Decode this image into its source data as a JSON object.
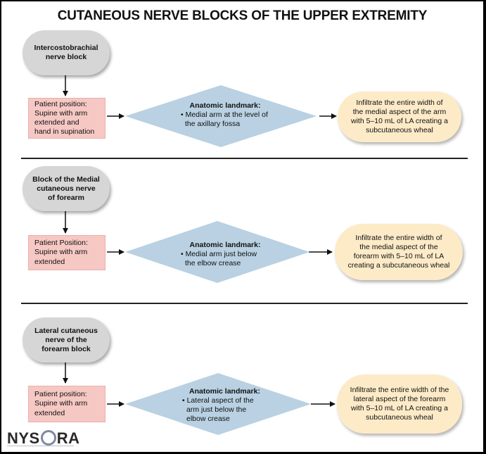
{
  "title": "CUTANEOUS NERVE BLOCKS OF THE UPPER EXTREMITY",
  "logo": {
    "text_before": "NYS",
    "text_after": "RA"
  },
  "sections": [
    {
      "block": "Intercostobrachial\nnerve block",
      "position": "Patient position:\nSupine with arm\nextended and\nhand in supination",
      "landmark_heading": "Anatomic landmark:",
      "landmark": "• Medial arm at the level of\nthe axillary fossa",
      "infiltration": "Infiltrate the entire width of\nthe medial aspect of the arm\nwith 5–10 mL of LA creating a\nsubcutaneous wheal"
    },
    {
      "block": "Block of the Medial\ncutaneous nerve\nof forearm",
      "position": "Patient Position:\nSupine with arm\nextended",
      "landmark_heading": "Anatomic landmark:",
      "landmark": "• Medial arm just below\nthe elbow crease",
      "infiltration": "Infiltrate the entire width of\nthe medial aspect of the\nforearm with 5–10 mL of LA\ncreating a subcutaneous wheal"
    },
    {
      "block": "Lateral cutaneous\nnerve of the\nforearm block",
      "position": "Patient position:\nSupine with arm\nextended",
      "landmark_heading": "Anatomic landmark:",
      "landmark": "• Lateral aspect of the\narm just below the\nelbow crease",
      "infiltration": "Infiltrate the entire width of the\nlateral aspect of the forearm\nwith 5–10 mL of LA creating a\nsubcutaneous wheal"
    }
  ],
  "colors": {
    "pill": "#d6d6d6",
    "position_box": "#f6c8c4",
    "diamond": "#b9d1e2",
    "result": "#fdebc8"
  }
}
